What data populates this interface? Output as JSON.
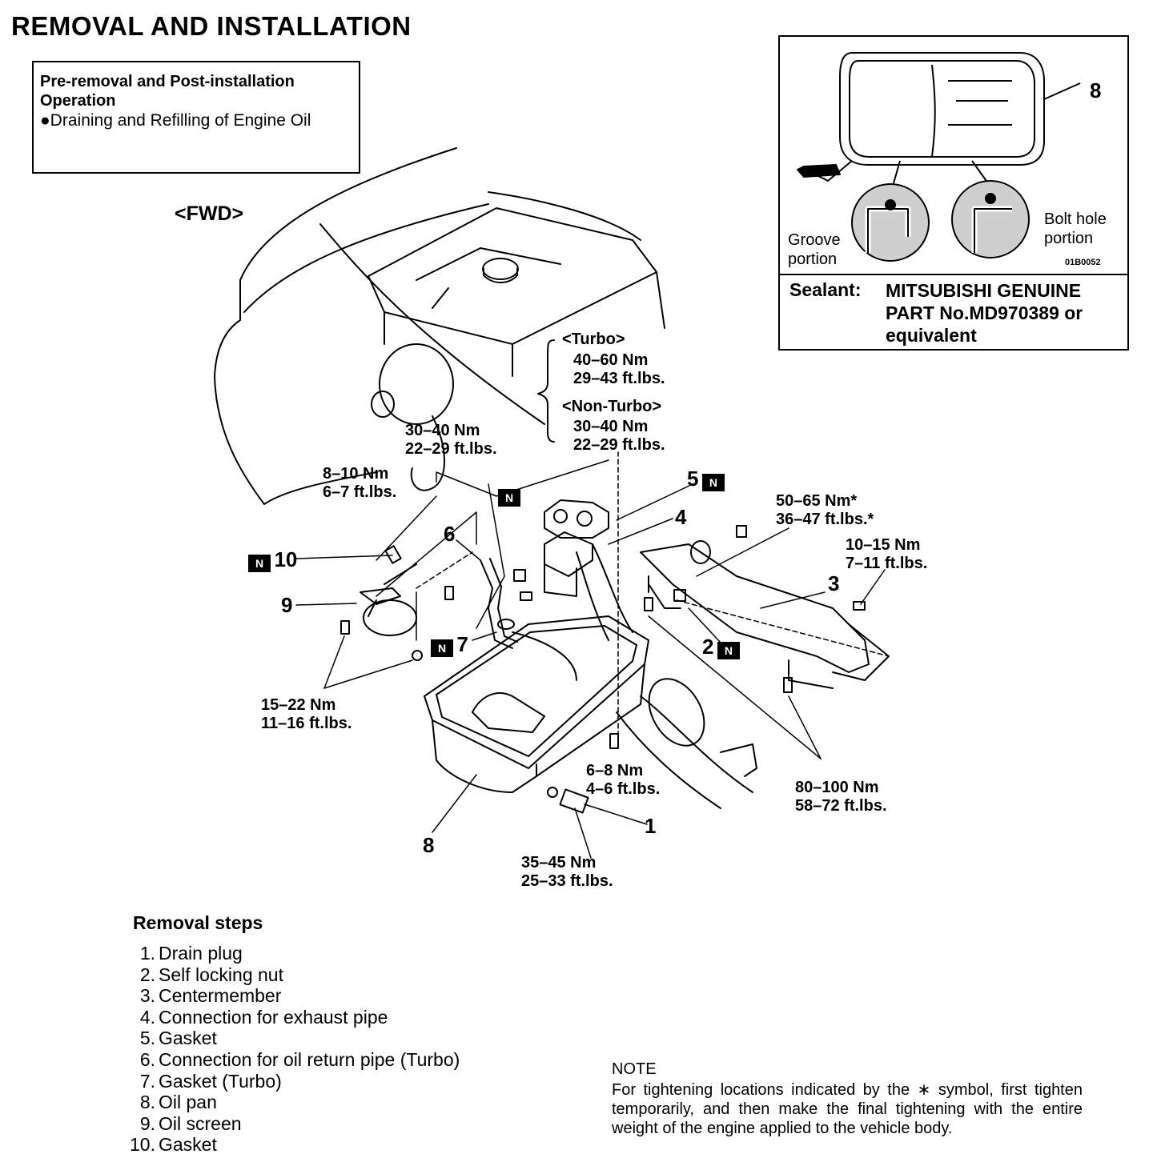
{
  "title": "REMOVAL AND INSTALLATION",
  "pre_operation": {
    "heading_line1": "Pre-removal and Post-installation",
    "heading_line2": "Operation",
    "item": "●Draining and Refilling of Engine Oil"
  },
  "fwd_label": "<FWD>",
  "inset": {
    "part_number": "8",
    "groove_label": "Groove\nportion",
    "bolt_hole_label": "Bolt hole\nportion",
    "figure_code": "01B0052",
    "sealant_label": "Sealant:",
    "sealant_text": "MITSUBISHI GENUINE\nPART No.MD970389 or\nequivalent"
  },
  "torque": {
    "turbo_header": "<Turbo>",
    "turbo_values": "40–60 Nm\n29–43 ft.lbs.",
    "nonturbo_header": "<Non-Turbo>",
    "nonturbo_values": "30–40 Nm\n22–29 ft.lbs.",
    "t_30_40": "30–40 Nm\n22–29 ft.lbs.",
    "t_8_10": "8–10 Nm\n6–7 ft.lbs.",
    "t_50_65": "50–65 Nm*\n36–47 ft.lbs.*",
    "t_10_15": "10–15 Nm\n7–11 ft.lbs.",
    "t_15_22": "15–22 Nm\n11–16 ft.lbs.",
    "t_6_8": "6–8 Nm\n4–6 ft.lbs.",
    "t_80_100": "80–100 Nm\n58–72 ft.lbs.",
    "t_35_45": "35–45 Nm\n25–33 ft.lbs."
  },
  "callouts": {
    "c1": "1",
    "c2": "2",
    "c3": "3",
    "c4": "4",
    "c5": "5",
    "c6": "6",
    "c7": "7",
    "c8": "8",
    "c9": "9",
    "c10": "10",
    "n_symbol": "N"
  },
  "removal_steps": {
    "heading": "Removal steps",
    "items": [
      {
        "n": "1.",
        "text": "Drain plug"
      },
      {
        "n": "2.",
        "text": "Self locking nut"
      },
      {
        "n": "3.",
        "text": "Centermember"
      },
      {
        "n": "4.",
        "text": "Connection for exhaust pipe"
      },
      {
        "n": "5.",
        "text": "Gasket"
      },
      {
        "n": "6.",
        "text": "Connection for oil return pipe (Turbo)"
      },
      {
        "n": "7.",
        "text": "Gasket (Turbo)"
      },
      {
        "n": "8.",
        "text": "Oil  pan"
      },
      {
        "n": "9.",
        "text": "Oil screen"
      },
      {
        "n": "10.",
        "text": "Gasket"
      }
    ]
  },
  "note": {
    "heading": "NOTE",
    "body": "For tightening locations indicated by the ∗ symbol, first tighten temporarily, and then make the final tightening with the entire weight of the engine applied to the vehicle body."
  }
}
